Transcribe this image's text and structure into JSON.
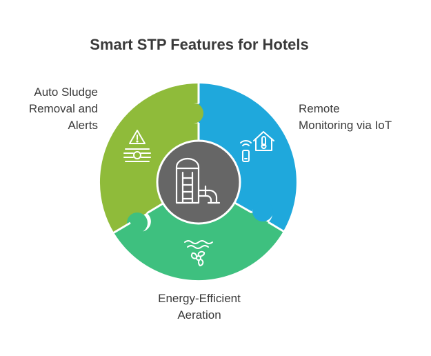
{
  "title": "Smart STP Features for Hotels",
  "segments": [
    {
      "id": "sludge",
      "label_lines": [
        "Auto Sludge",
        "Removal and",
        "Alerts"
      ],
      "color": "#8fbb3a",
      "icon": "warning-valve-icon"
    },
    {
      "id": "monitoring",
      "label_lines": [
        "Remote",
        "Monitoring via IoT"
      ],
      "color": "#1fa8dc",
      "icon": "smart-home-thermometer-icon"
    },
    {
      "id": "aeration",
      "label_lines": [
        "Energy-Efficient",
        "Aeration"
      ],
      "color": "#3ec07f",
      "icon": "water-fan-icon"
    }
  ],
  "center": {
    "color": "#666666",
    "icon": "treatment-plant-tank-icon"
  }
}
